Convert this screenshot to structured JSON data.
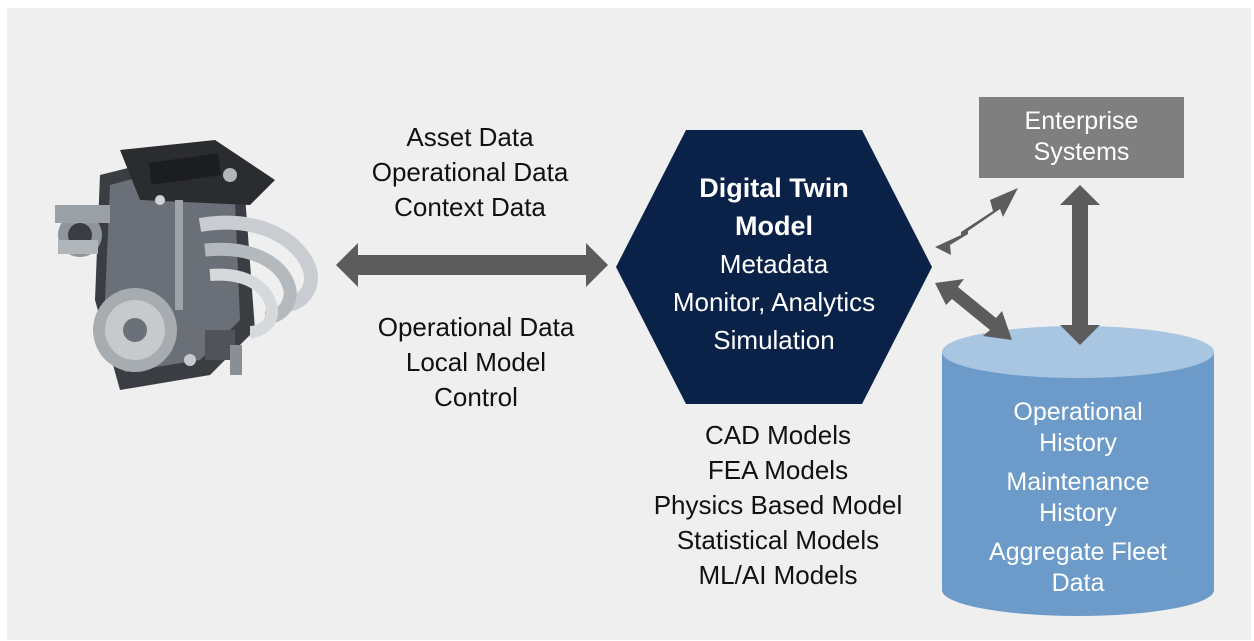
{
  "left_top_labels": [
    "Asset Data",
    "Operational Data",
    "Context Data"
  ],
  "left_bottom_labels": [
    "Operational Data",
    "Local Model",
    "Control"
  ],
  "hexagon": {
    "title": [
      "Digital Twin",
      "Model"
    ],
    "lines": [
      "Metadata",
      "Monitor, Analytics",
      "Simulation"
    ]
  },
  "model_list": [
    "CAD Models",
    "FEA Models",
    "Physics Based Model",
    "Statistical Models",
    "ML/AI Models"
  ],
  "enterprise": {
    "lines": [
      "Enterprise",
      "Systems"
    ]
  },
  "database": {
    "items": [
      [
        "Operational",
        "History"
      ],
      [
        "Maintenance",
        "History"
      ],
      [
        "Aggregate Fleet",
        "Data"
      ]
    ]
  },
  "colors": {
    "background": "#efefef",
    "hexagon": "#0a2248",
    "arrow": "#5c5c5c",
    "enterprise_box": "#7f7f7f",
    "cylinder_body": "#6c9bc9",
    "cylinder_top": "#a8c5e2"
  },
  "icons": {
    "engine": "engine-photo"
  }
}
